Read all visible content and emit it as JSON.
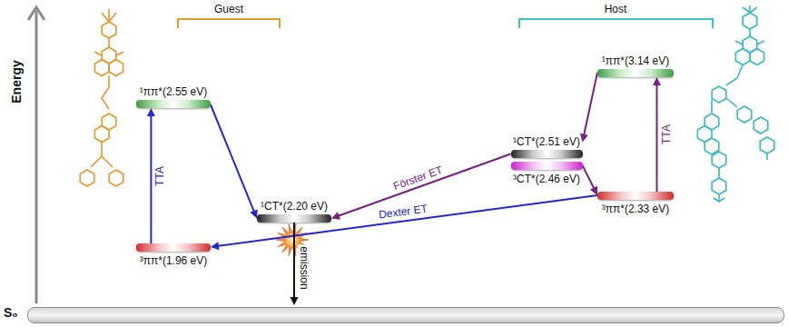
{
  "diagram": {
    "nodes": [
      {
        "text": [
          "¹ππ*(2.55 eV)"
        ]
      },
      {
        "text": [
          "³ππ*(1.96 eV)"
        ]
      },
      {
        "text": [
          "¹CT*(2.20 eV)"
        ]
      },
      {
        "text": [
          "¹CT*(2.51 eV)"
        ]
      },
      {
        "text": [
          "³CT*(2.46 eV)"
        ]
      },
      {
        "text": [
          "³ππ*(2.33 eV)"
        ]
      },
      {
        "text": [
          "¹ππ*(3.14 eV)"
        ]
      },
      {
        "text": [
          "S₀"
        ]
      }
    ],
    "edges": [
      {
        "from": 1,
        "to": 0,
        "label": "TTA",
        "arrow": "to"
      },
      {
        "from": 0,
        "to": 2,
        "arrow": "to"
      },
      {
        "from": 3,
        "to": 2,
        "label": "Förster ET",
        "arrow": "to"
      },
      {
        "from": 5,
        "to": 1,
        "label": "Dexter ET",
        "arrow": "to"
      },
      {
        "from": 4,
        "to": 5,
        "arrow": "to"
      },
      {
        "from": 6,
        "to": 3,
        "arrow": "to"
      },
      {
        "from": 5,
        "to": 6,
        "label": "TTA",
        "arrow": "to"
      },
      {
        "from": 2,
        "to": 7,
        "label": "emission",
        "arrow": "to"
      }
    ],
    "labels": [
      "Guest",
      "Host",
      "Energy"
    ]
  }
}
